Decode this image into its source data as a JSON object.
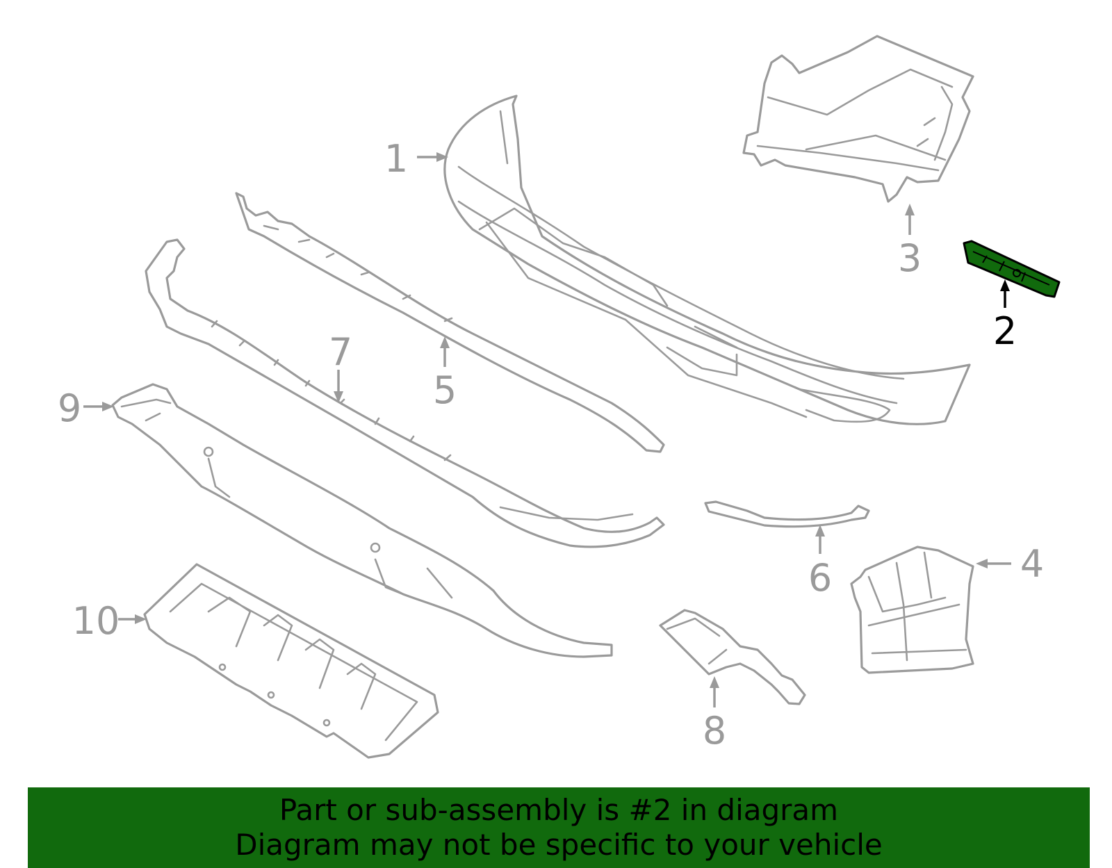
{
  "diagram": {
    "highlight_color": "#116a0d",
    "callouts": [
      {
        "label": "1",
        "highlighted": false
      },
      {
        "label": "2",
        "highlighted": true
      },
      {
        "label": "3",
        "highlighted": false
      },
      {
        "label": "4",
        "highlighted": false
      },
      {
        "label": "5",
        "highlighted": false
      },
      {
        "label": "6",
        "highlighted": false
      },
      {
        "label": "7",
        "highlighted": false
      },
      {
        "label": "8",
        "highlighted": false
      },
      {
        "label": "9",
        "highlighted": false
      },
      {
        "label": "10",
        "highlighted": false
      }
    ]
  },
  "banner": {
    "line1": "Part or sub-assembly is #2 in diagram",
    "line2": "Diagram may not be specific to your vehicle",
    "background_color": "#116a0d"
  }
}
